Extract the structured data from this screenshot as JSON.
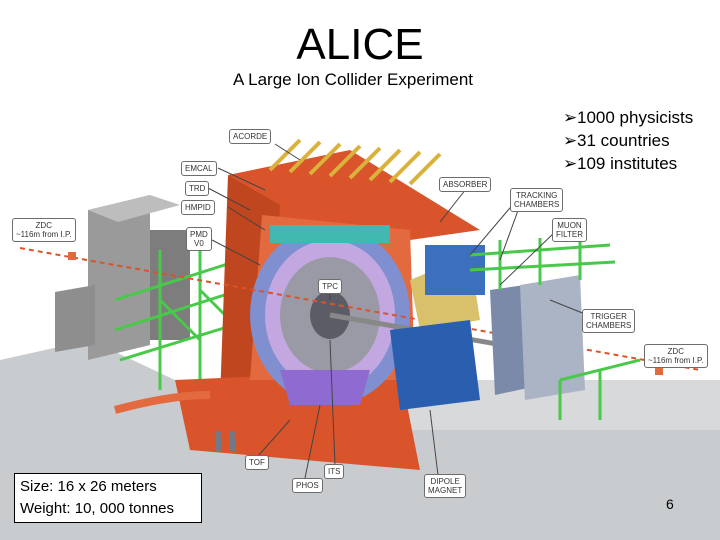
{
  "slide": {
    "title": "ALICE",
    "subtitle": "A Large Ion Collider Experiment",
    "bullets": [
      "1000 physicists",
      "31 countries",
      "109 institutes"
    ],
    "info": {
      "size": "Size: 16 x 26 meters",
      "weight": "Weight: 10, 000 tonnes"
    },
    "page_number": "6"
  },
  "labels": {
    "acorde": "ACORDE",
    "emcal": "EMCAL",
    "trd": "TRD",
    "hmpid": "HMPID",
    "pmd": "PMD",
    "v0": "V0",
    "zdc_left_1": "ZDC",
    "zdc_left_2": "~116m from I.P.",
    "absorber": "ABSORBER",
    "tracking_1": "TRACKING",
    "tracking_2": "CHAMBERS",
    "muon_1": "MUON",
    "muon_2": "FILTER",
    "tpc": "TPC",
    "trigger_1": "TRIGGER",
    "trigger_2": "CHAMBERS",
    "zdc_right_1": "ZDC",
    "zdc_right_2": "~116m from I.P.",
    "tof": "TOF",
    "its": "ITS",
    "phos": "PHOS",
    "dipole_1": "DIPOLE",
    "dipole_2": "MAGNET"
  },
  "colors": {
    "magnet_red": "#d9542b",
    "structure_green": "#49c94a",
    "detector_blue": "#2a5fb0",
    "gray_concrete": "#a8a8a8"
  }
}
